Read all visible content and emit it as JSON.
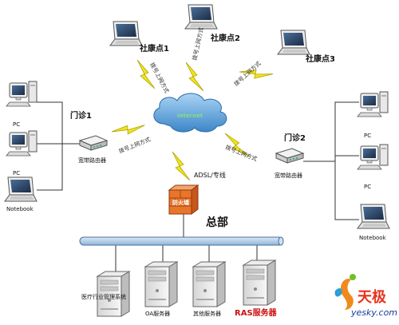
{
  "community": [
    {
      "label": "社康点1",
      "link": "拨号上网方式"
    },
    {
      "label": "社康点2",
      "link": "拨号上网方式"
    },
    {
      "label": "社康点3",
      "link": "拨号上网方式"
    }
  ],
  "cloud_label": "Internet",
  "clinic1": {
    "label": "门诊1",
    "router": "宽带路由器",
    "link": "拨号上网方式",
    "devices": [
      {
        "label": "PC"
      },
      {
        "label": "PC"
      },
      {
        "label": "Notebook"
      }
    ]
  },
  "clinic2": {
    "label": "门诊2",
    "router": "宽带路由器",
    "link": "拨号上网方式",
    "devices": [
      {
        "label": "PC"
      },
      {
        "label": "PC"
      },
      {
        "label": "Notebook"
      }
    ]
  },
  "hq": {
    "link": "ADSL/专线",
    "firewall": "防火墙",
    "title": "总部",
    "servers": [
      {
        "label": "医疗行业管理系统"
      },
      {
        "label": "OA服务器"
      },
      {
        "label": "其他服务器"
      },
      {
        "label": "RAS服务器"
      }
    ]
  },
  "watermark": {
    "brand": "天极",
    "domain": "yesky.com"
  },
  "colors": {
    "bolt": "#f2e318",
    "cloud": "#4f9fd8",
    "firewall": "#e8752a",
    "bus": "#9cc0e4",
    "ras": "#cc1111"
  }
}
